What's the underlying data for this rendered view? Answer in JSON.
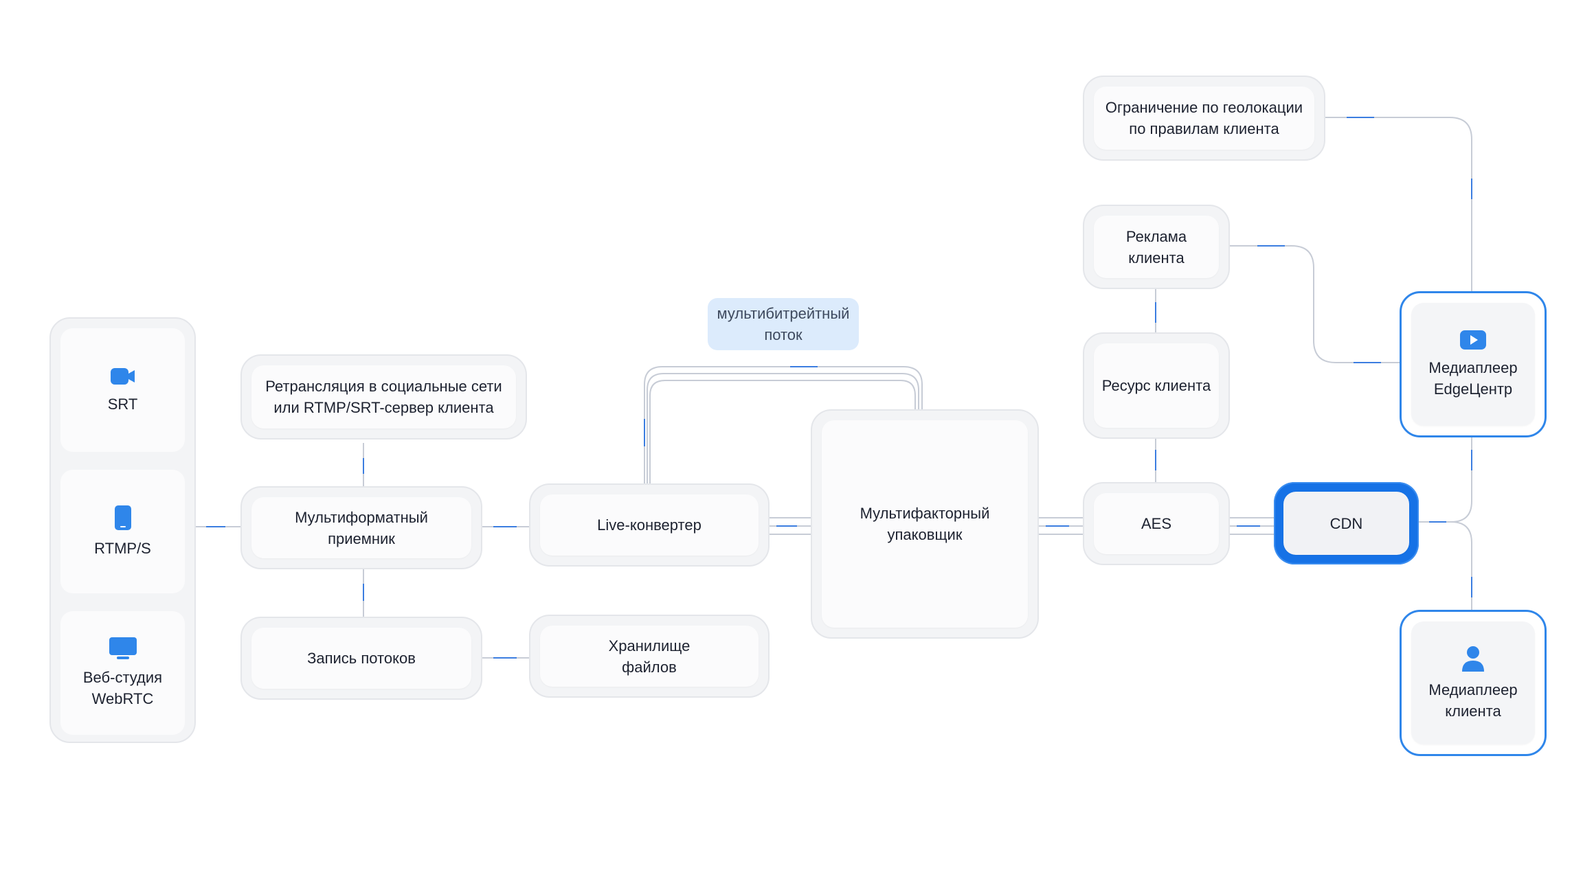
{
  "colors": {
    "accent": "#2f86ea",
    "line": "#c7ccd6",
    "line_accent": "#3b7de0",
    "box_fill": "#f3f4f6",
    "tag_fill": "#dcebfc"
  },
  "sources": {
    "items": [
      {
        "icon": "video-camera-icon",
        "label": "SRT"
      },
      {
        "icon": "mobile-phone-icon",
        "label": "RTMP/S"
      },
      {
        "icon": "monitor-icon",
        "label_line1": "Веб-студия",
        "label_line2": "WebRTC"
      }
    ]
  },
  "nodes": {
    "relay": {
      "line1": "Ретрансляция в социальные сети",
      "line2": "или RTMP/SRT-сервер клиента"
    },
    "receiver": {
      "line1": "Мультиформатный",
      "line2": "приемник"
    },
    "recording": {
      "label": "Запись потоков"
    },
    "live_converter": {
      "label": "Live-конвертер"
    },
    "storage": {
      "line1": "Хранилище",
      "line2": "файлов"
    },
    "multibitrate_tag": {
      "line1": "мультибитрейтный",
      "line2": "поток"
    },
    "packager": {
      "line1": "Мультифакторный",
      "line2": "упаковщик"
    },
    "aes": {
      "label": "AES"
    },
    "client_resource": {
      "label": "Ресурс клиента"
    },
    "client_ads": {
      "line1": "Реклама",
      "line2": "клиента"
    },
    "geo": {
      "line1": "Ограничение по геолокации",
      "line2": "по правилам клиента"
    },
    "cdn": {
      "label": "CDN"
    },
    "edge_player": {
      "icon": "play-icon",
      "line1": "Медиаплеер",
      "line2": "EdgeЦентр"
    },
    "client_player": {
      "icon": "user-icon",
      "line1": "Медиаплеер",
      "line2": "клиента"
    }
  }
}
